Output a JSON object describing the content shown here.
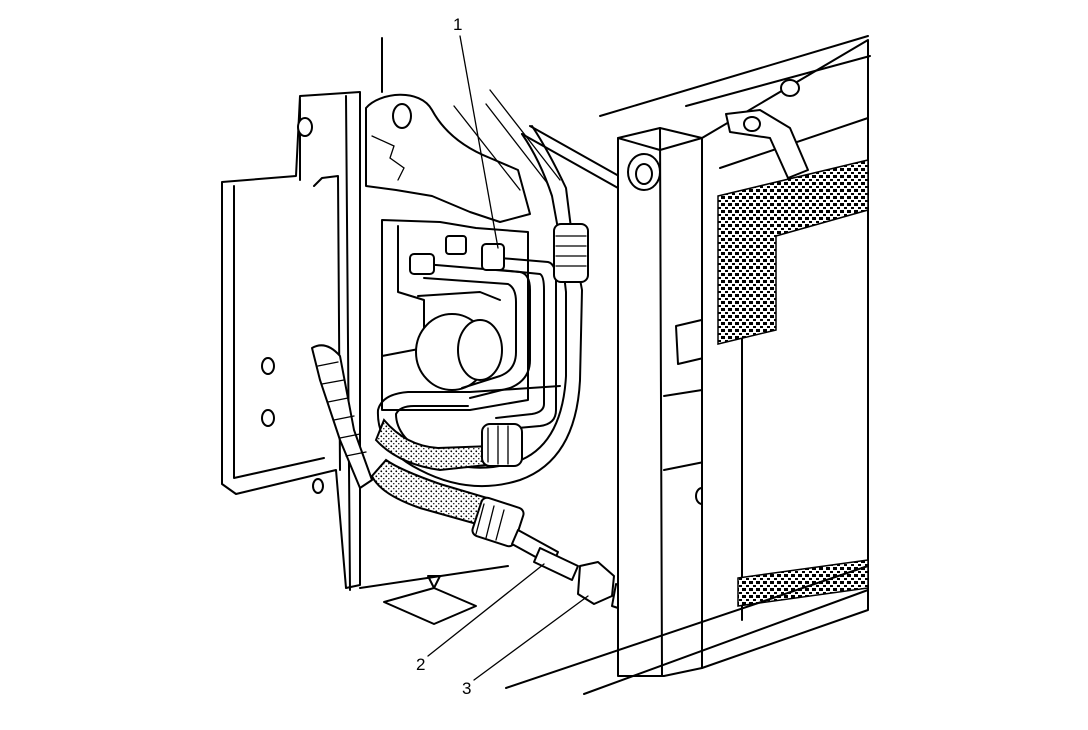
{
  "figure": {
    "callouts": [
      {
        "number": "1",
        "target": "hose-fitting-upper"
      },
      {
        "number": "2",
        "target": "cooler-line-fitting"
      },
      {
        "number": "3",
        "target": "cooler-line-nut"
      }
    ]
  }
}
